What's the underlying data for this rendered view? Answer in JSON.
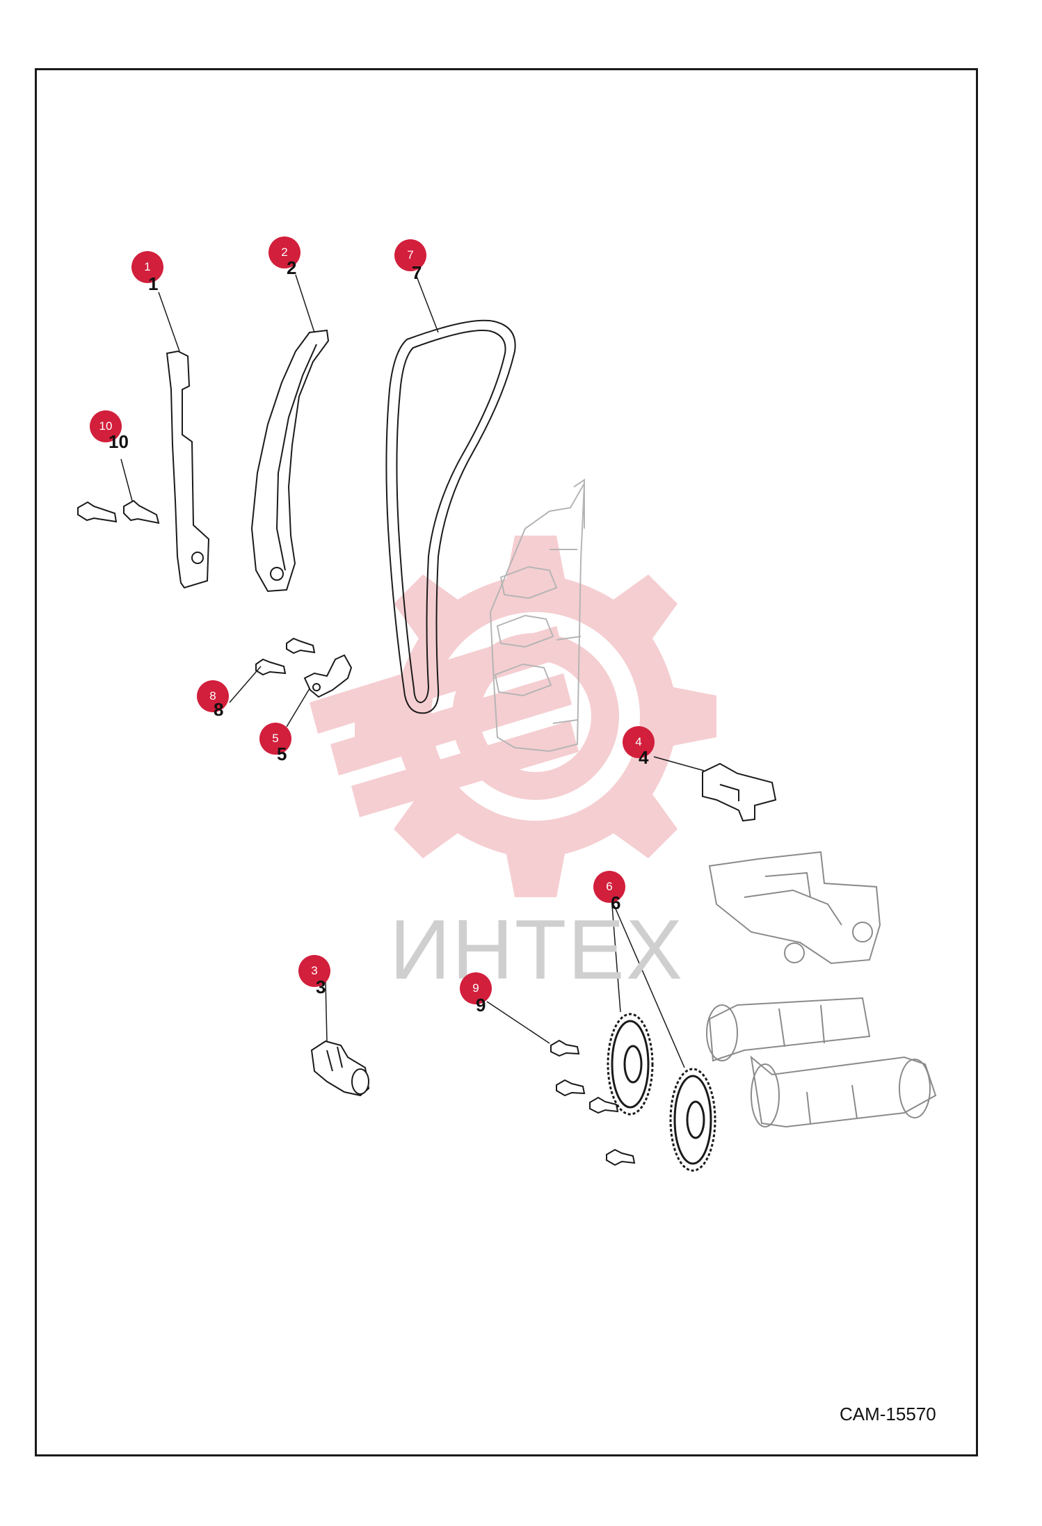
{
  "diagram": {
    "drawing_code": "CAM-15570",
    "watermark": {
      "text": "ИНТЕХ",
      "color": "#f4c6c9"
    },
    "accent_color": "#d21f3c",
    "line_color": "#1a1a1a",
    "callouts": [
      "1",
      "2",
      "7",
      "10",
      "8",
      "5",
      "4",
      "6",
      "3",
      "9"
    ],
    "part_labels": [
      "1",
      "2",
      "7",
      "10",
      "8",
      "5",
      "4",
      "6",
      "3",
      "9"
    ]
  }
}
